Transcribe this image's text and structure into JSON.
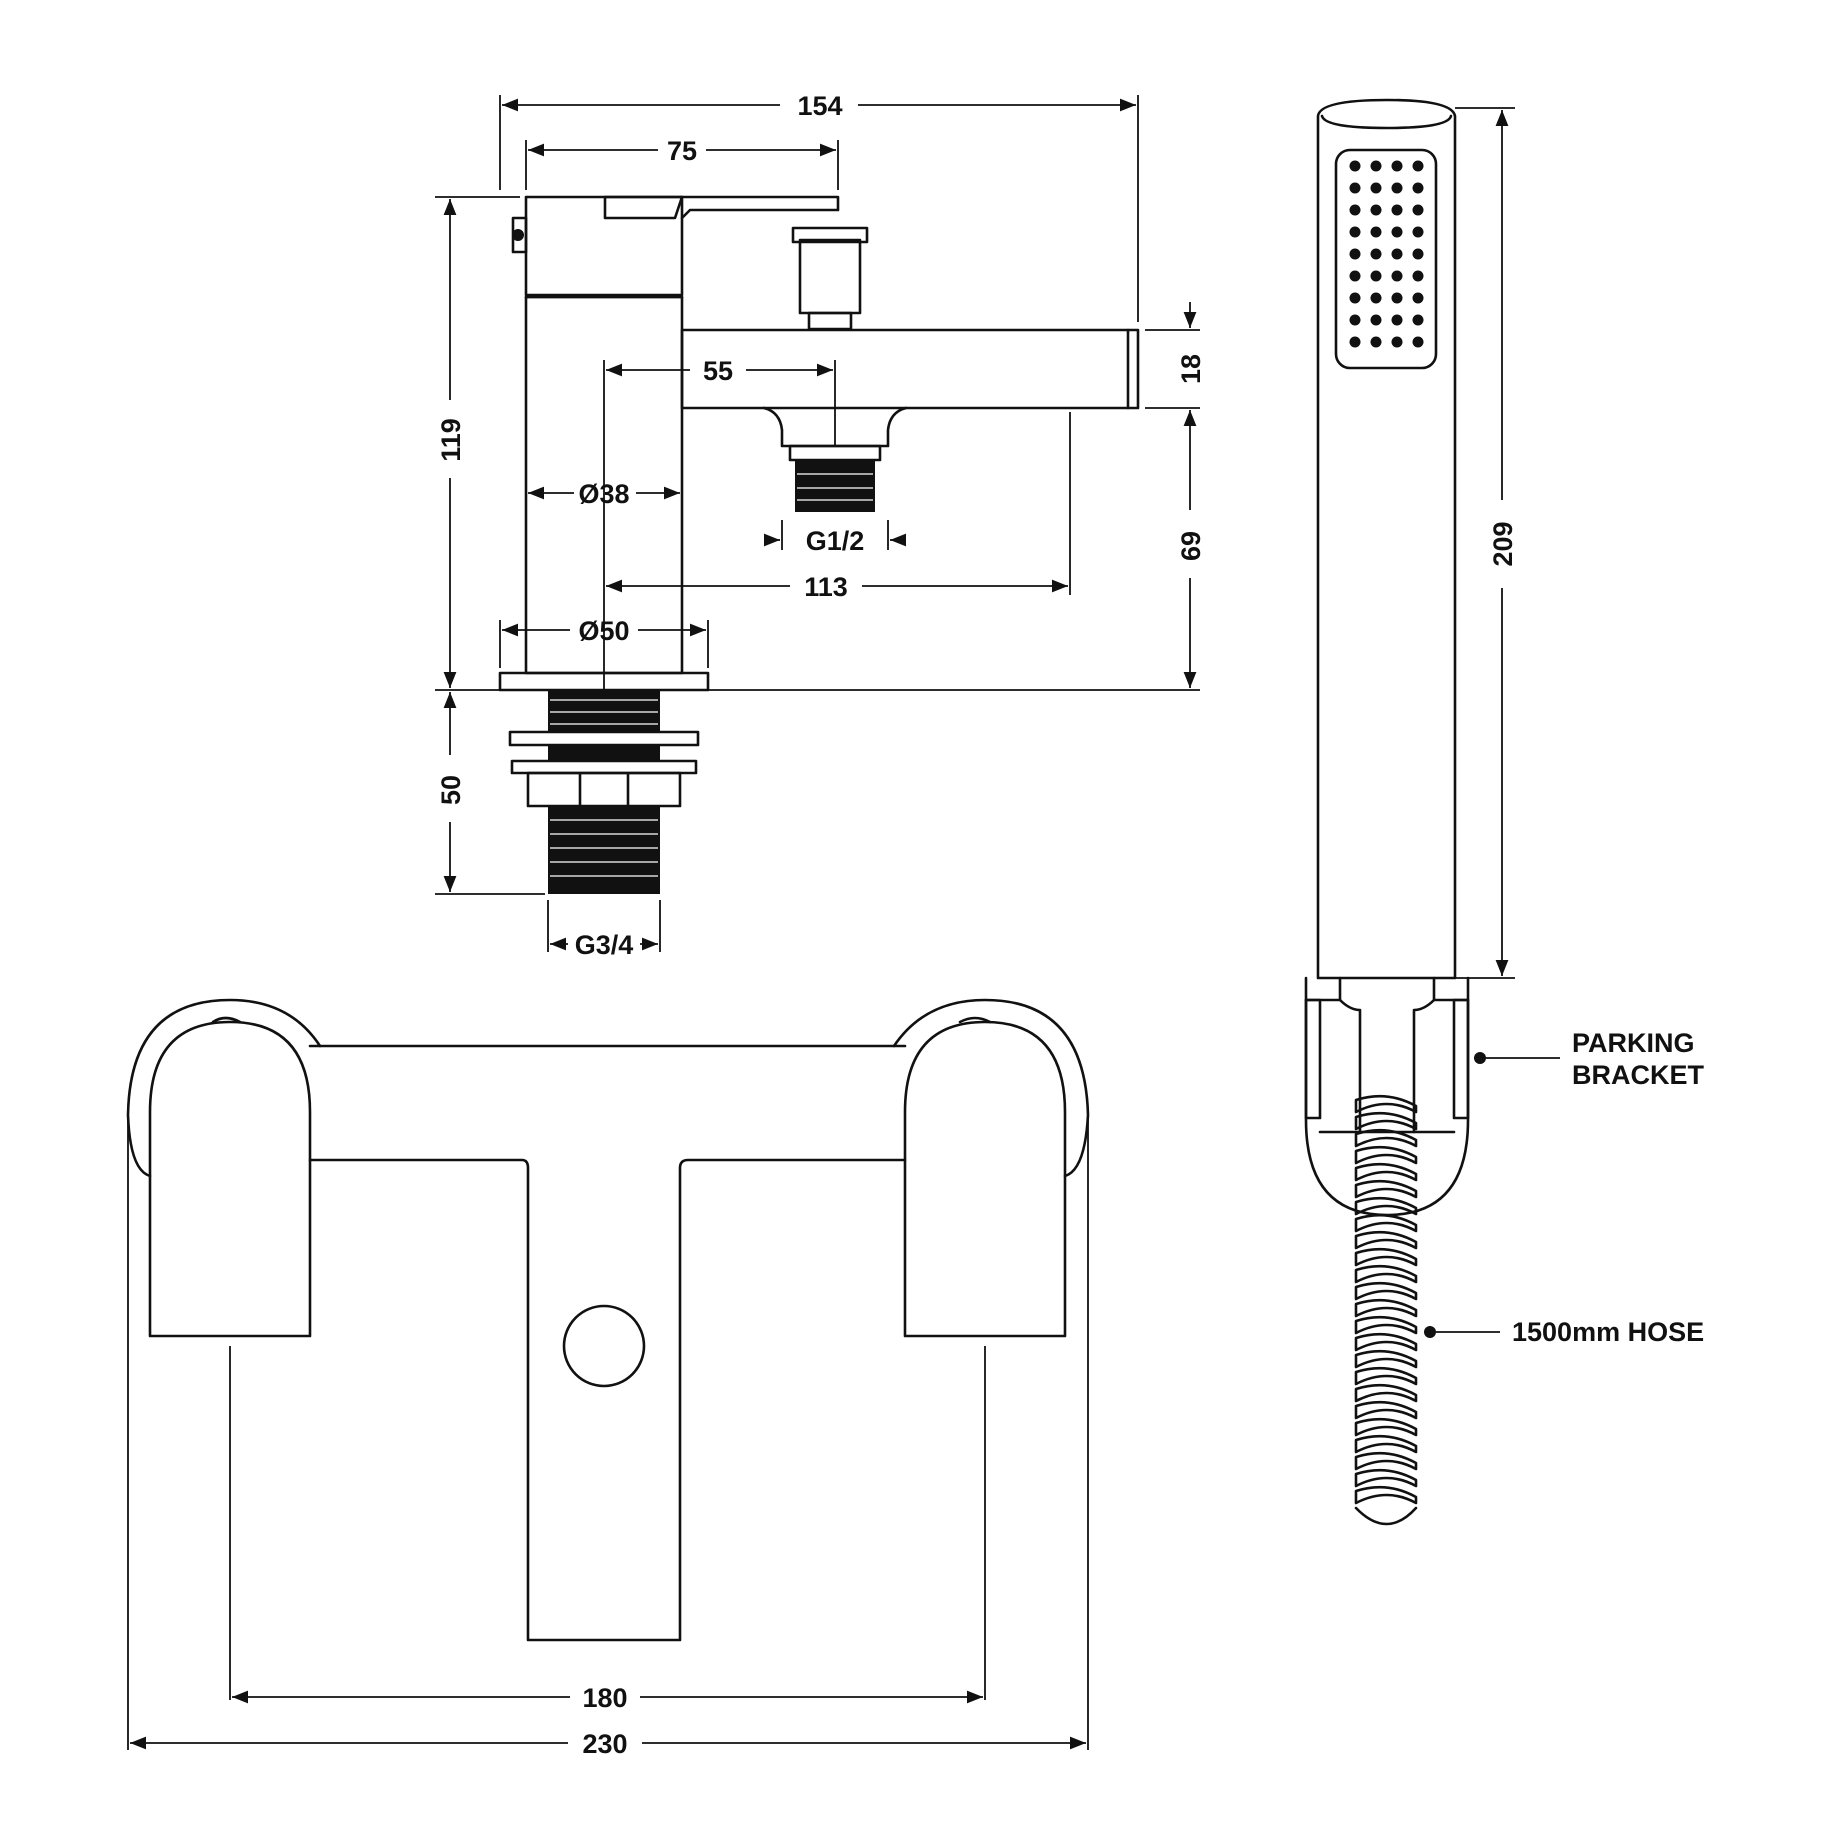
{
  "colors": {
    "ink": "#111111",
    "paper": "#ffffff"
  },
  "dimensions": {
    "overall_depth": "154",
    "lever_reach": "75",
    "body_height": "119",
    "spout_thickness": "18",
    "spout_outlet_offset": "55",
    "body_diameter": "Ø38",
    "outlet_thread": "G1/2",
    "spout_reach": "113",
    "spout_height": "69",
    "base_diameter": "Ø50",
    "shank_length": "50",
    "inlet_thread": "G3/4",
    "handset_length": "209",
    "inlet_centres": "180",
    "overall_width": "230"
  },
  "callouts": {
    "bracket_line1": "PARKING",
    "bracket_line2": "BRACKET",
    "hose": "1500mm HOSE"
  }
}
